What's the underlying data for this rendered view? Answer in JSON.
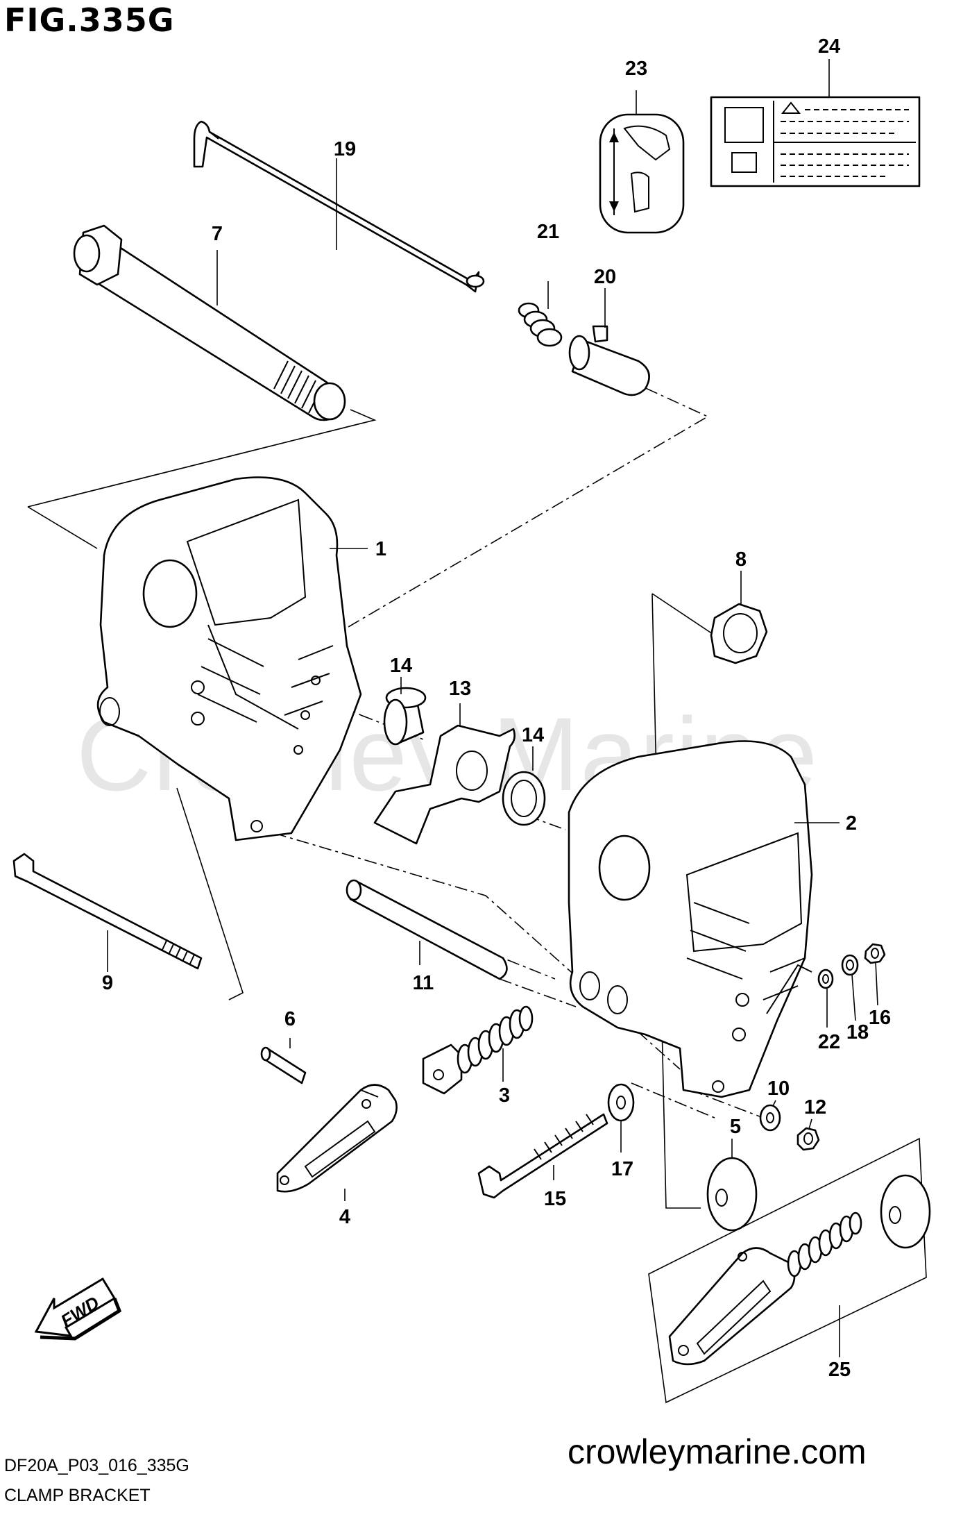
{
  "figure": {
    "title": "FIG.335G",
    "code": "DF20A_P03_016_335G",
    "caption": "CLAMP BRACKET",
    "website": "crowleymarine.com",
    "watermark": "Crowley Marine",
    "fwd_label": "FWD"
  },
  "parts": [
    {
      "ref": "1",
      "label": "1"
    },
    {
      "ref": "2",
      "label": "2"
    },
    {
      "ref": "3",
      "label": "3"
    },
    {
      "ref": "4",
      "label": "4"
    },
    {
      "ref": "5",
      "label": "5"
    },
    {
      "ref": "6",
      "label": "6"
    },
    {
      "ref": "7",
      "label": "7"
    },
    {
      "ref": "8",
      "label": "8"
    },
    {
      "ref": "9",
      "label": "9"
    },
    {
      "ref": "10",
      "label": "10"
    },
    {
      "ref": "11",
      "label": "11"
    },
    {
      "ref": "12",
      "label": "12"
    },
    {
      "ref": "13",
      "label": "13"
    },
    {
      "ref": "14a",
      "label": "14"
    },
    {
      "ref": "14b",
      "label": "14"
    },
    {
      "ref": "15",
      "label": "15"
    },
    {
      "ref": "16",
      "label": "16"
    },
    {
      "ref": "17",
      "label": "17"
    },
    {
      "ref": "18",
      "label": "18"
    },
    {
      "ref": "19",
      "label": "19"
    },
    {
      "ref": "20",
      "label": "20"
    },
    {
      "ref": "21",
      "label": "21"
    },
    {
      "ref": "22",
      "label": "22"
    },
    {
      "ref": "23",
      "label": "23"
    },
    {
      "ref": "24",
      "label": "24"
    },
    {
      "ref": "25",
      "label": "25"
    }
  ]
}
